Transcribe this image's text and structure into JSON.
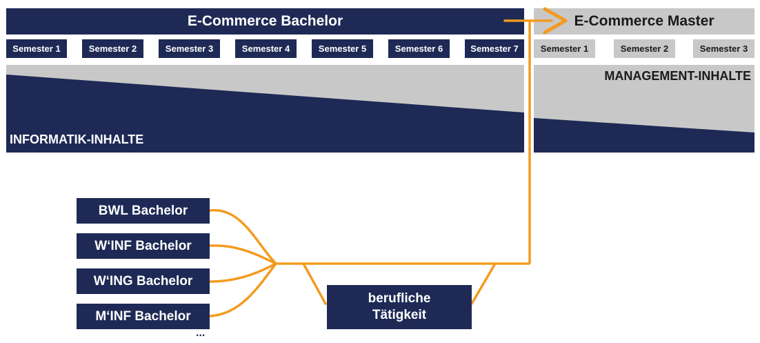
{
  "colors": {
    "navy": "#1e2a55",
    "grey": "#c8c8c8",
    "orange": "#f39a1e"
  },
  "bachelor": {
    "title": "E-Commerce Bachelor",
    "semesters": [
      "Semester 1",
      "Semester 2",
      "Semester 3",
      "Semester 4",
      "Semester 5",
      "Semester 6",
      "Semester 7"
    ]
  },
  "master": {
    "title": "E-Commerce Master",
    "semesters": [
      "Semester 1",
      "Semester 2",
      "Semester 3"
    ]
  },
  "content": {
    "management": "MANAGEMENT-INHALTE",
    "informatik": "INFORMATIK-INHALTE"
  },
  "sources": [
    "BWL Bachelor",
    "W‘INF Bachelor",
    "W‘ING Bachelor",
    "M‘INF Bachelor"
  ],
  "sources_more": "...",
  "work": "berufliche Tätigkeit"
}
